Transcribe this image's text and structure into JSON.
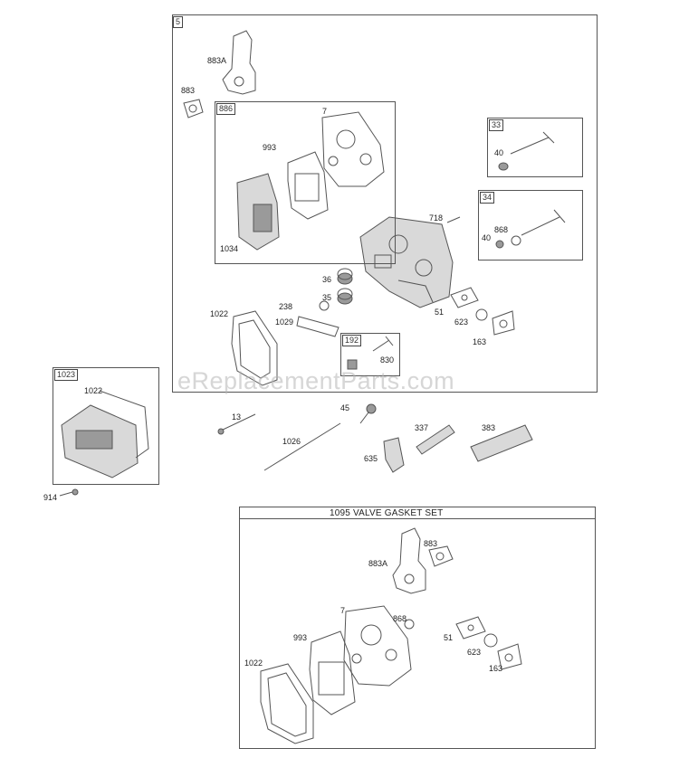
{
  "groups": {
    "main": "5",
    "gasket_sub": "886",
    "intake_valve": "33",
    "exhaust_valve": "34",
    "breather": "192",
    "rocker_cover": "1023",
    "valve_gasket_set": "1095 VALVE GASKET SET"
  },
  "labels": {
    "p883A": "883A",
    "p883": "883",
    "p7": "7",
    "p993": "993",
    "p1034": "1034",
    "p40a": "40",
    "p718": "718",
    "p40b": "40",
    "p868": "868",
    "p36": "36",
    "p35": "35",
    "p238": "238",
    "p1022": "1022",
    "p1029": "1029",
    "p51": "51",
    "p623": "623",
    "p163": "163",
    "p830": "830",
    "p1022b": "1022",
    "p914": "914",
    "p13": "13",
    "p45": "45",
    "p1026": "1026",
    "p337": "337",
    "p383": "383",
    "p635": "635",
    "s883A": "883A",
    "s883": "883",
    "s7": "7",
    "s868": "868",
    "s993": "993",
    "s51": "51",
    "s623": "623",
    "s1022": "1022",
    "s163": "163"
  },
  "watermark": "eReplacementParts.com"
}
